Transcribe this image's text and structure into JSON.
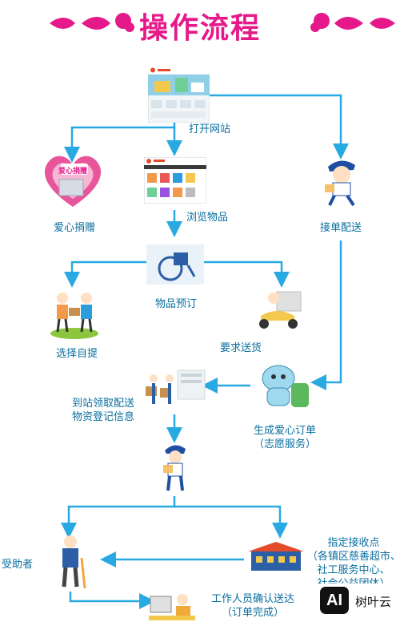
{
  "title": "操作流程",
  "nodes": {
    "open_site": "打开网站",
    "love_donate": "爱心捐赠",
    "love_donate_sign": "爱心捐赠",
    "browse": "浏览物品",
    "accept_delivery": "接单配送",
    "reserve": "物品预订",
    "self_pickup": "选择自提",
    "request_delivery": "要求送货",
    "station_line1": "到站领取配送",
    "station_line2": "物资登记信息",
    "order_line1": "生成爱心订单",
    "order_line2": "（志愿服务）",
    "recipient": "受助者",
    "point_line1": "指定接收点",
    "point_line2": "（各镇区慈善超市、",
    "point_line3": "社工服务中心、",
    "point_line4": "社会公益团体）",
    "confirm_line1": "工作人员确认送达",
    "confirm_line2": "（订单完成）"
  },
  "watermark": {
    "badge": "AI",
    "text": "树叶云"
  },
  "colors": {
    "accent": "#e6198a",
    "arrow": "#29a9e1",
    "label": "#0a6f9f"
  }
}
